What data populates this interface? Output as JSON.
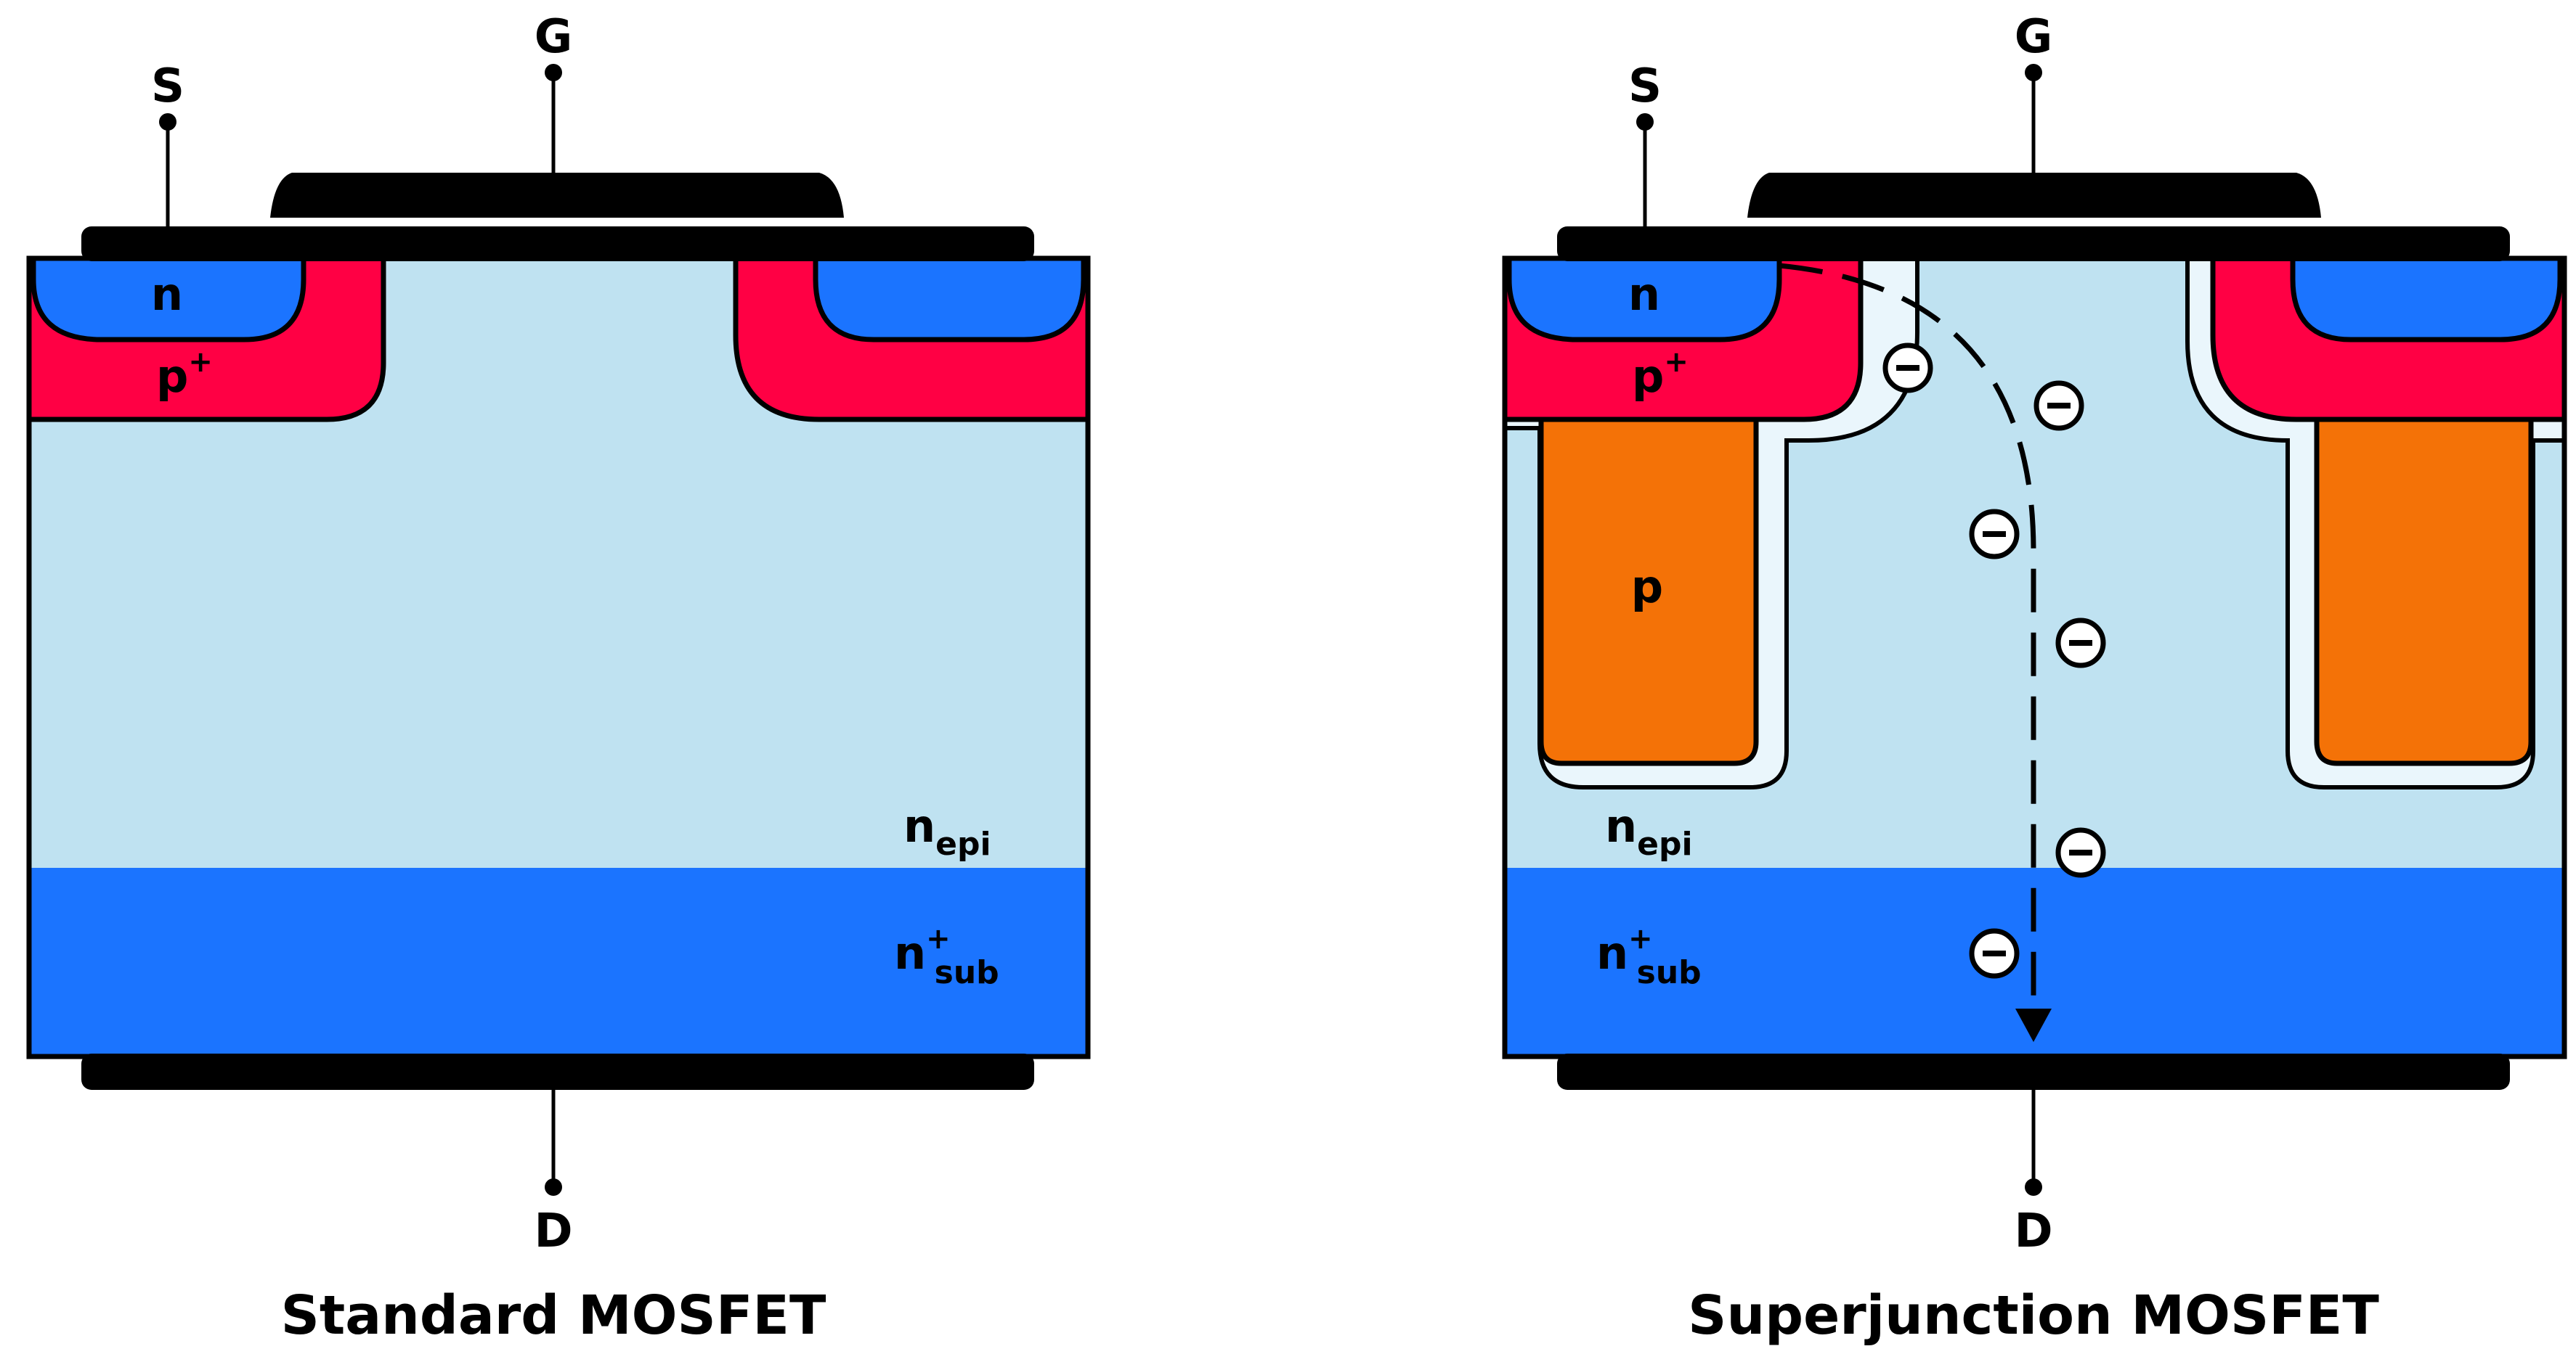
{
  "colors": {
    "epi": "#bfe2f1",
    "substrate": "#1b74ff",
    "n_plus_source": "#1b74ff",
    "p_plus_body": "#ff0044",
    "p_column": "#f47207",
    "depletion": "#eaf6fc",
    "metal": "#000000"
  },
  "icons": {
    "electron": "electron-minus-circle-icon",
    "current_path": "dashed-arrow-down-icon"
  },
  "left": {
    "caption": "Standard MOSFET",
    "terminals": {
      "source": "S",
      "gate": "G",
      "drain": "D"
    },
    "labels": {
      "n_source": "n",
      "p_body": "p",
      "p_body_sup": "+",
      "n_epi": "n",
      "n_epi_sub": "epi",
      "n_sub": "n",
      "n_sub_sup": "+",
      "n_sub_sub": "sub"
    }
  },
  "right": {
    "caption": "Superjunction MOSFET",
    "terminals": {
      "source": "S",
      "gate": "G",
      "drain": "D"
    },
    "labels": {
      "n_source": "n",
      "p_body": "p",
      "p_body_sup": "+",
      "p_column": "p",
      "n_epi": "n",
      "n_epi_sub": "epi",
      "n_sub": "n",
      "n_sub_sup": "+",
      "n_sub_sub": "sub"
    }
  }
}
